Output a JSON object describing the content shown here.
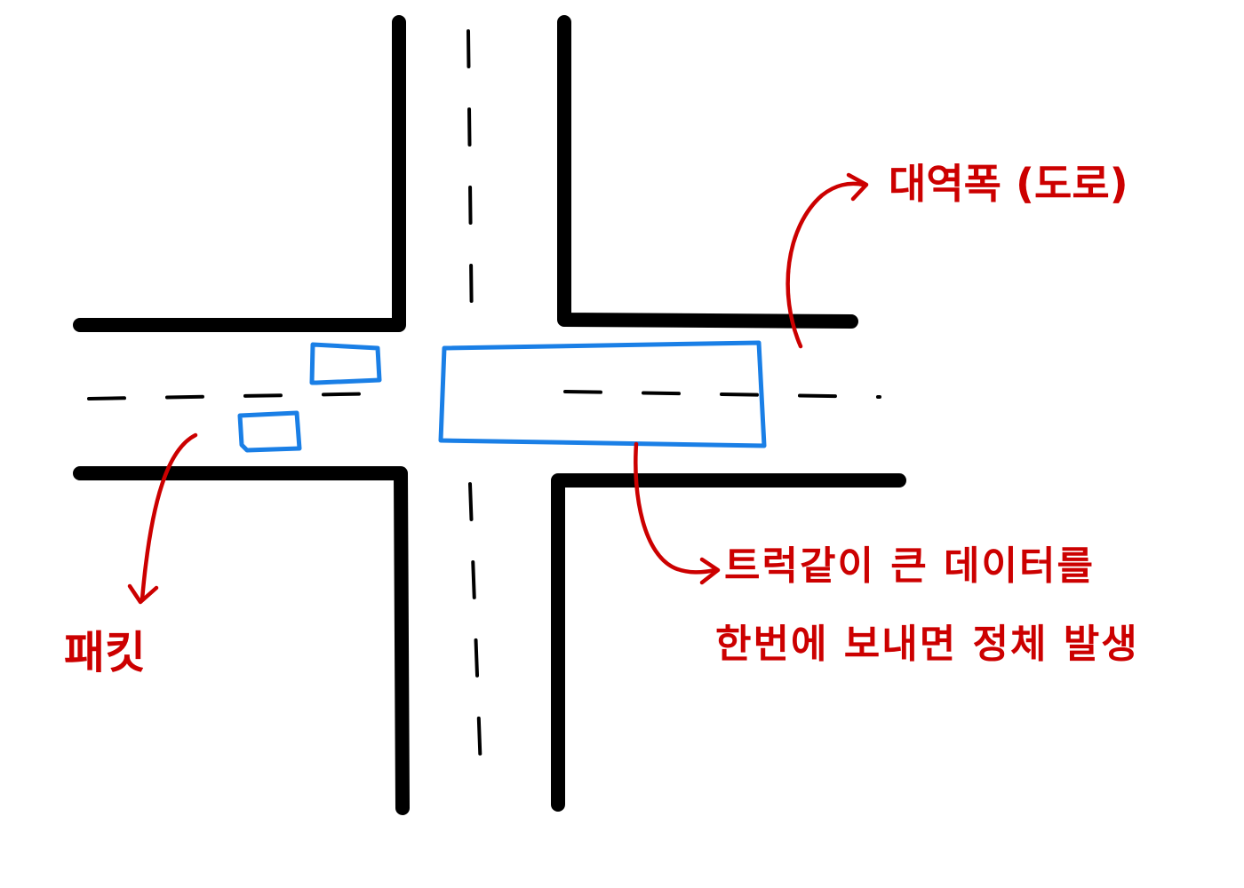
{
  "diagram": {
    "title": "",
    "labels": {
      "bandwidth": "대역폭 (도로)",
      "packet": "패킷",
      "truck_line1": "트럭같이 큰 데이터를",
      "truck_line2": "한번에 보내면 정체 발생"
    },
    "colors": {
      "road": "#000000",
      "vehicle": "#1a7fe6",
      "annotation": "#cc0000"
    },
    "icons": {
      "vehicle_shape": "hand-drawn-rectangle",
      "arrow_style": "hand-drawn-curved-arrow"
    }
  }
}
